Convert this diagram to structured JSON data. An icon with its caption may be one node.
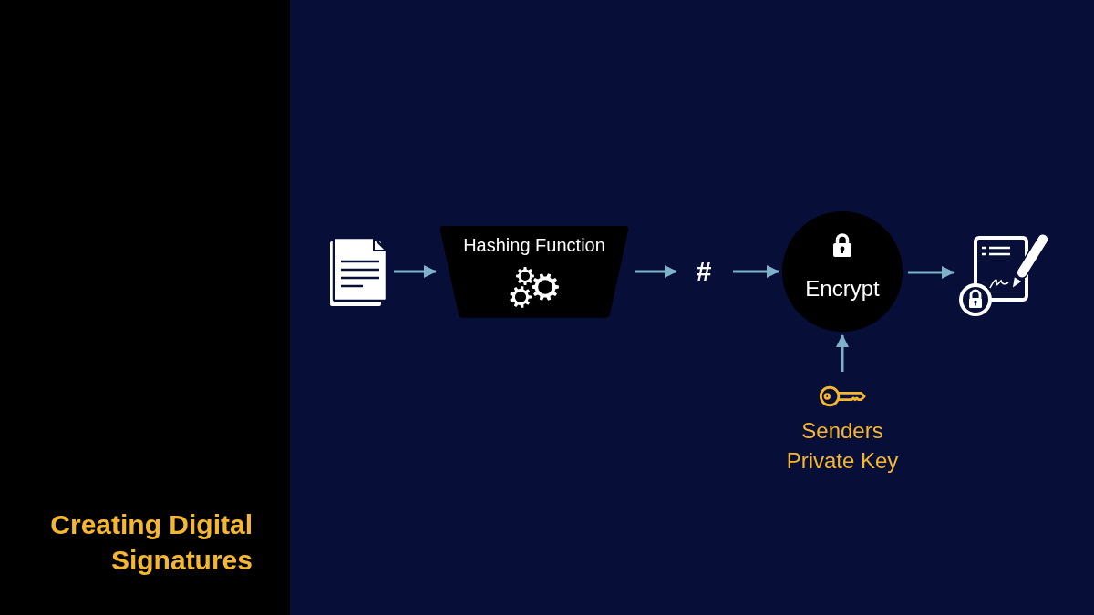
{
  "diagram": {
    "title": "Creating Digital Signatures",
    "nodes": [
      {
        "text": [],
        "shape": "picture"
      },
      {
        "text": [
          "Hashing Function"
        ]
      },
      {
        "text": [
          "#"
        ]
      },
      {
        "text": [
          "Encrypt"
        ]
      },
      {
        "text": [],
        "shape": "picture"
      },
      {
        "text": [
          "Senders Private Key"
        ]
      }
    ],
    "edges": [
      {
        "from": 0,
        "to": 1,
        "arrow": "to"
      },
      {
        "from": 1,
        "to": 2,
        "arrow": "to"
      },
      {
        "from": 2,
        "to": 3,
        "arrow": "to"
      },
      {
        "from": 3,
        "to": 4,
        "arrow": "to"
      },
      {
        "from": 5,
        "to": 3,
        "arrow": "to"
      }
    ]
  }
}
